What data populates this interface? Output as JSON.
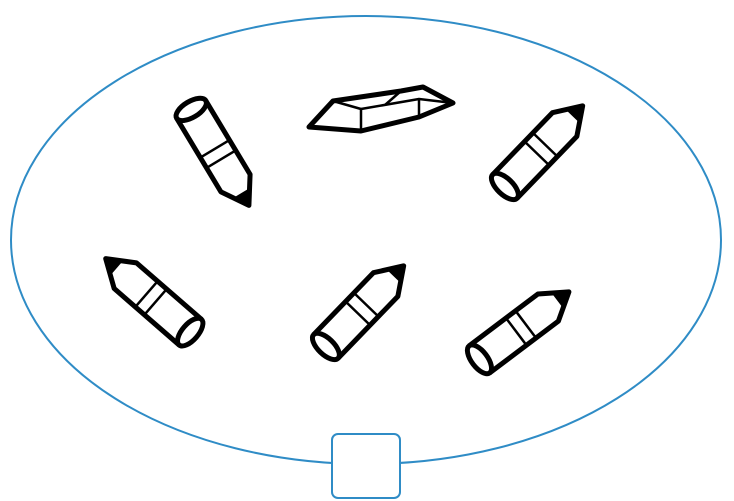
{
  "colors": {
    "set_outline": "#2f8cc6",
    "drawing_stroke": "#000000",
    "background": "#ffffff"
  },
  "objects": [
    {
      "name": "crayon",
      "icon": "crayon-icon"
    },
    {
      "name": "eraser",
      "icon": "eraser-icon"
    },
    {
      "name": "crayon",
      "icon": "crayon-icon"
    },
    {
      "name": "crayon",
      "icon": "crayon-icon"
    },
    {
      "name": "crayon",
      "icon": "crayon-icon"
    },
    {
      "name": "crayon",
      "icon": "crayon-icon"
    }
  ],
  "answer_box": {
    "value": ""
  }
}
